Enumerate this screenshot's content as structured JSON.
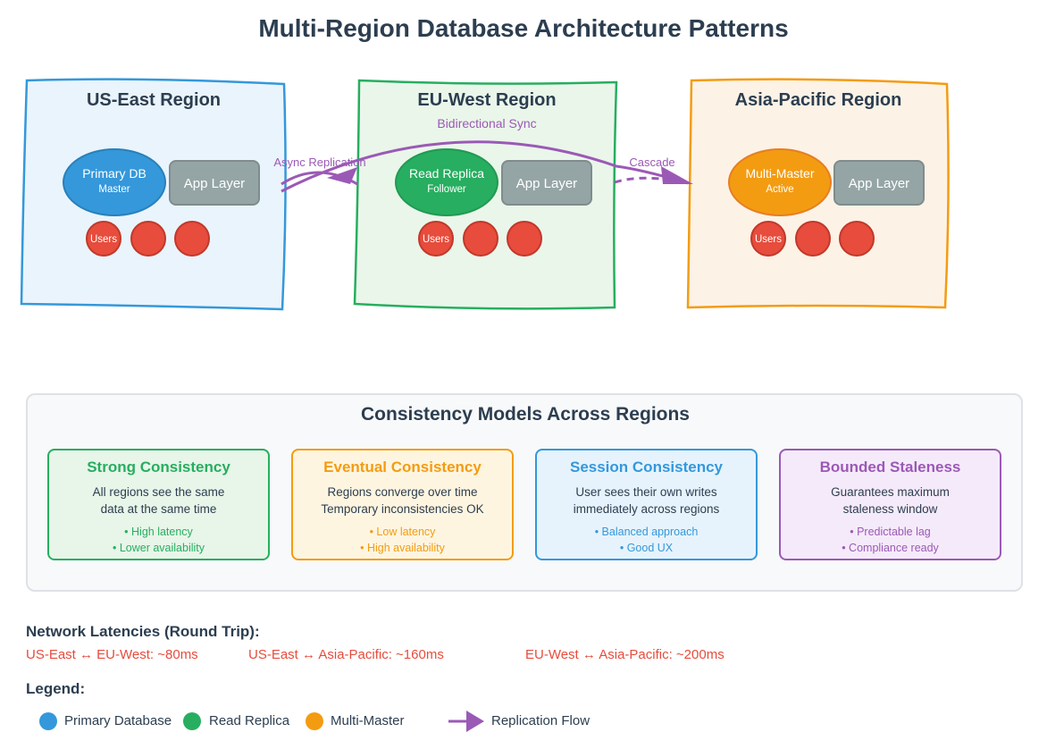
{
  "title": "Multi-Region Database Architecture Patterns",
  "regions": [
    {
      "name": "US-East Region",
      "subtitle": "",
      "db_name": "Primary DB",
      "db_role": "Master",
      "app": "App Layer",
      "users": "Users",
      "fill": "#eaf4fc",
      "stroke": "#3498db",
      "db_color": "#3498db"
    },
    {
      "name": "EU-West Region",
      "subtitle": "Bidirectional Sync",
      "db_name": "Read Replica",
      "db_role": "Follower",
      "app": "App Layer",
      "users": "Users",
      "fill": "#eaf6ea",
      "stroke": "#27ae60",
      "db_color": "#27ae60"
    },
    {
      "name": "Asia-Pacific Region",
      "subtitle": "",
      "db_name": "Multi-Master",
      "db_role": "Active",
      "app": "App Layer",
      "users": "Users",
      "fill": "#fdf2e6",
      "stroke": "#f39c12",
      "db_color": "#f39c12"
    }
  ],
  "flows": {
    "async": "Async Replication",
    "cascade": "Cascade",
    "color": "#9b59b6"
  },
  "consistency": {
    "title": "Consistency Models Across Regions",
    "models": [
      {
        "title": "Strong Consistency",
        "desc1": "All regions see the same",
        "desc2": "data at the same time",
        "pt1": "• High latency",
        "pt2": "• Lower availability",
        "color": "#27ae60",
        "fill": "#e8f5e9"
      },
      {
        "title": "Eventual Consistency",
        "desc1": "Regions converge over time",
        "desc2": "Temporary inconsistencies OK",
        "pt1": "• Low latency",
        "pt2": "• High availability",
        "color": "#f39c12",
        "fill": "#fef5e0"
      },
      {
        "title": "Session Consistency",
        "desc1": "User sees their own writes",
        "desc2": "immediately across regions",
        "pt1": "• Balanced approach",
        "pt2": "• Good UX",
        "color": "#3498db",
        "fill": "#e6f3fc"
      },
      {
        "title": "Bounded Staleness",
        "desc1": "Guarantees maximum",
        "desc2": "staleness window",
        "pt1": "• Predictable lag",
        "pt2": "• Compliance ready",
        "color": "#9b59b6",
        "fill": "#f5eafa"
      }
    ]
  },
  "latency": {
    "title": "Network Latencies (Round Trip):",
    "items": [
      "US-East ↔ EU-West: ~80ms",
      "US-East ↔ Asia-Pacific: ~160ms",
      "EU-West ↔ Asia-Pacific: ~200ms"
    ]
  },
  "legend": {
    "title": "Legend:",
    "items": [
      {
        "label": "Primary Database",
        "color": "#3498db"
      },
      {
        "label": "Read Replica",
        "color": "#27ae60"
      },
      {
        "label": "Multi-Master",
        "color": "#f39c12"
      },
      {
        "label": "Replication Flow",
        "color": "#9b59b6"
      }
    ]
  }
}
